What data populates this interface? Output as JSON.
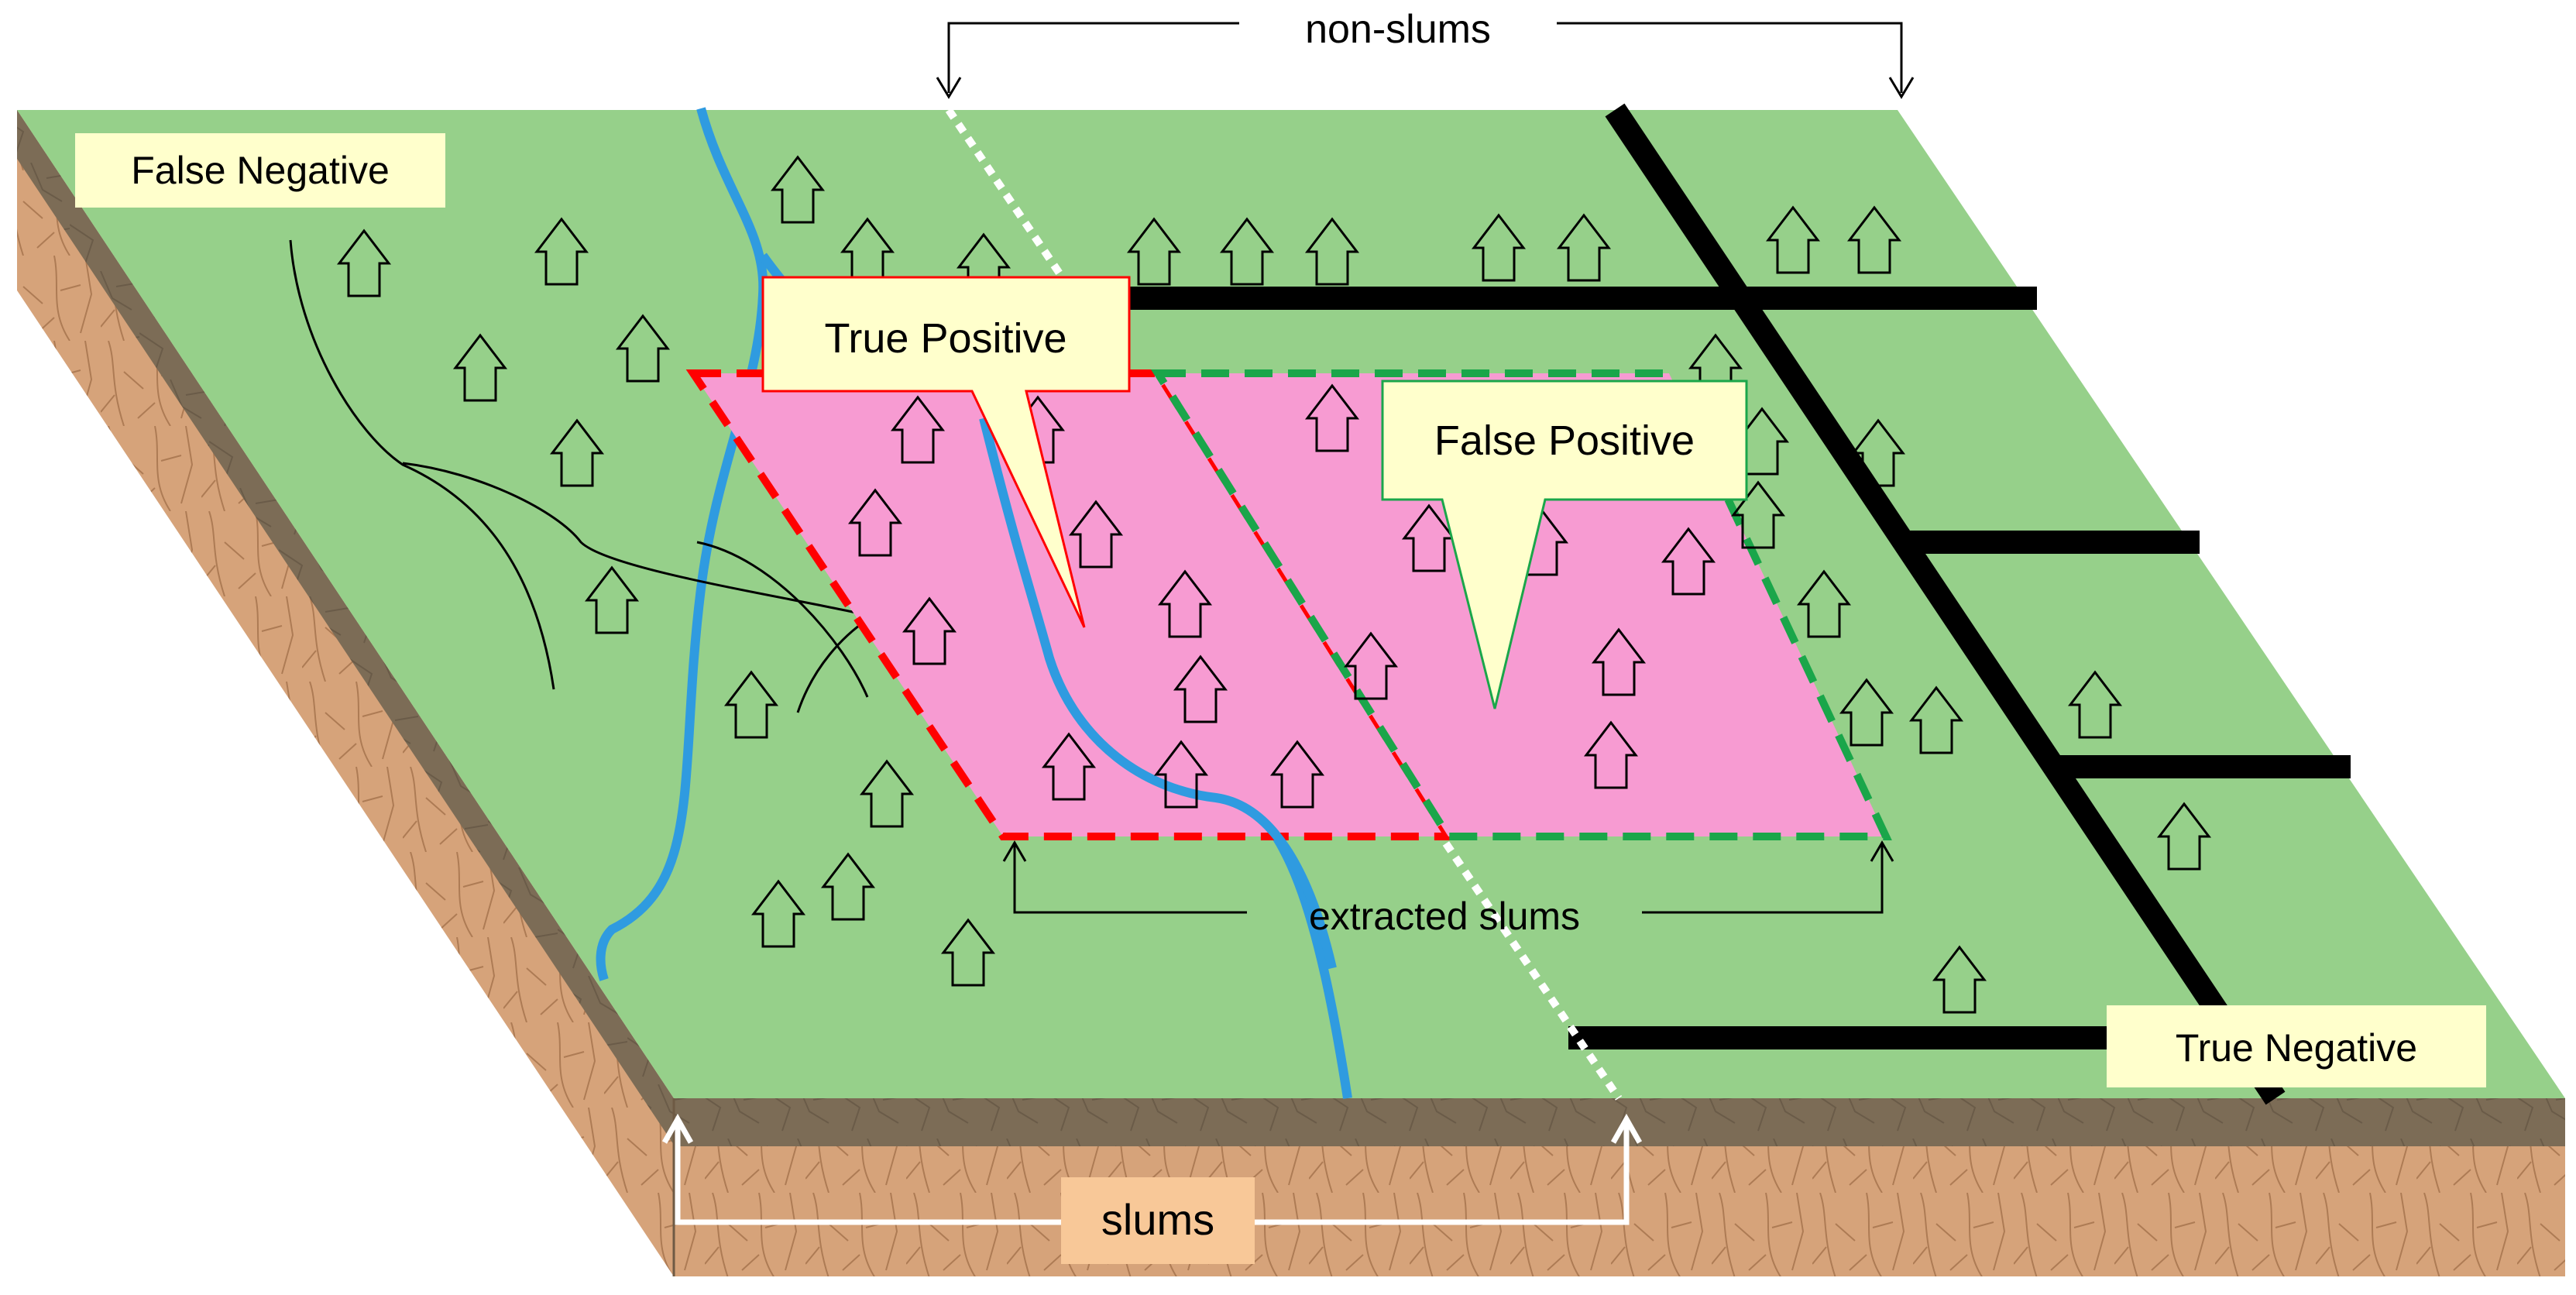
{
  "labels": {
    "non_slums": "non-slums",
    "slums": "slums",
    "extracted_slums": "extracted slums",
    "true_positive": "True Positive",
    "false_positive": "False Positive",
    "false_negative": "False Negative",
    "true_negative": "True Negative"
  },
  "colors": {
    "ground": "#96d08a",
    "soil_top": "#7c6c56",
    "soil": "#d6a37a",
    "river": "#2f9be0",
    "road": "#000000",
    "slum_fill": "#f79bd2",
    "tp_border": "#ff0000",
    "fp_border": "#1aa64a",
    "callout": "#ffffcc",
    "slums_label_bg": "#f8c898"
  },
  "icons": {
    "house": "house-icon",
    "arrow": "arrow-icon"
  }
}
